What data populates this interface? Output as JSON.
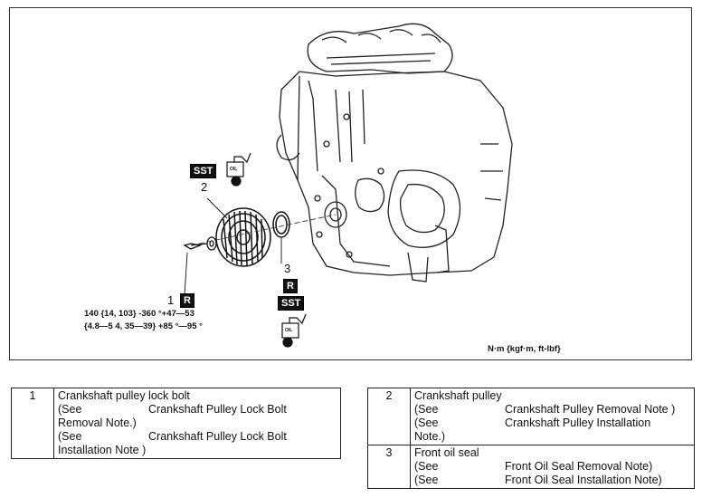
{
  "figure": {
    "callouts": [
      "1",
      "2",
      "3"
    ],
    "badges": {
      "sst": "SST",
      "r": "R",
      "oil": "OIL"
    },
    "torque": {
      "line1": "140 {14, 103} -360 °+47—53",
      "line2": "{4.8—5 4, 35—39} +85 °—95 °"
    },
    "units": "N·m {kgf·m, ft-lbf}"
  },
  "left_table": {
    "num": "1",
    "title": "Crankshaft pulley lock bolt",
    "see1_a": "(See",
    "see1_b": "Crankshaft Pulley Lock Bolt",
    "see1_c": "Removal Note.)",
    "see2_a": "(See",
    "see2_b": "Crankshaft Pulley Lock Bolt",
    "see2_c": "Installation Note )"
  },
  "right_table": {
    "rows": [
      {
        "num": "2",
        "title": "Crankshaft pulley",
        "see1_a": "(See",
        "see1_b": "Crankshaft Pulley Removal Note )",
        "see2_a": "(See",
        "see2_b": "Crankshaft Pulley Installation",
        "see2_c": "Note.)"
      },
      {
        "num": "3",
        "title": "Front oil seal",
        "see1_a": "(See",
        "see1_b": "Front Oil Seal Removal Note)",
        "see2_a": "(See",
        "see2_b": "Front Oil Seal Installation Note)"
      }
    ]
  }
}
